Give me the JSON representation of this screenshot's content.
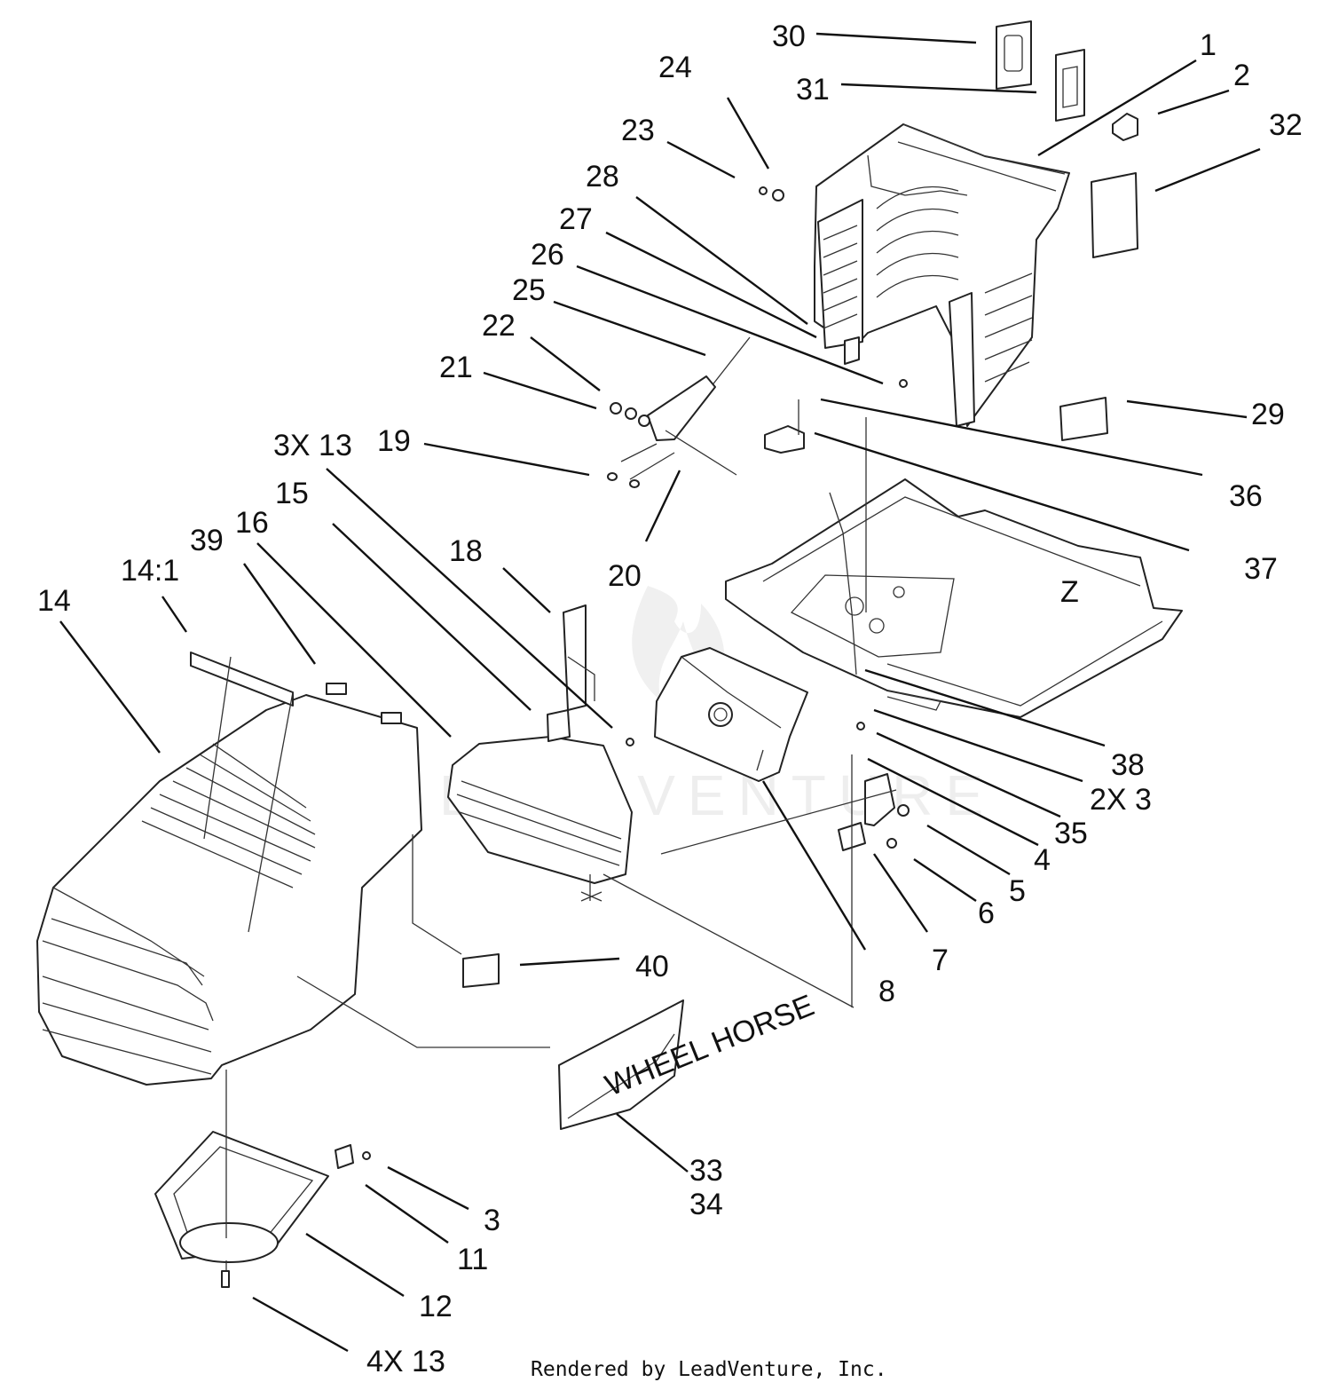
{
  "diagram": {
    "callouts": [
      "30",
      "1",
      "2",
      "31",
      "24",
      "32",
      "23",
      "28",
      "27",
      "26",
      "25",
      "22",
      "21",
      "29",
      "19",
      "3X 13",
      "36",
      "15",
      "16",
      "39",
      "18",
      "20",
      "37",
      "14:1",
      "14",
      "38",
      "2X 3",
      "35",
      "4",
      "5",
      "6",
      "7",
      "40",
      "8",
      "33",
      "34",
      "3",
      "11",
      "12",
      "4X 13"
    ],
    "decals": {
      "hood_badge": "WHEEL HORSE",
      "mark_z": "Z"
    },
    "watermark": "LEADVENTURE",
    "footer": "Rendered by LeadVenture, Inc."
  }
}
